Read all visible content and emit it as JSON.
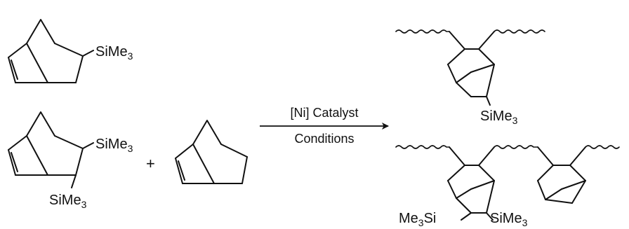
{
  "reactants": {
    "monomer_1": {
      "substituent": "SiMe",
      "subscript": "3"
    },
    "monomer_2": {
      "substituent_top": "SiMe",
      "subscript_top": "3",
      "substituent_bottom": "SiMe",
      "subscript_bottom": "3"
    },
    "plus": "+"
  },
  "arrow": {
    "catalyst": "[Ni] Catalyst",
    "conditions": "Conditions"
  },
  "products": {
    "product_1": {
      "substituent": "SiMe",
      "subscript": "3"
    },
    "product_2": {
      "left_prefix": "Me",
      "left_subscript": "3",
      "left_suffix": "Si",
      "right_substituent": "SiMe",
      "right_subscript": "3"
    }
  }
}
